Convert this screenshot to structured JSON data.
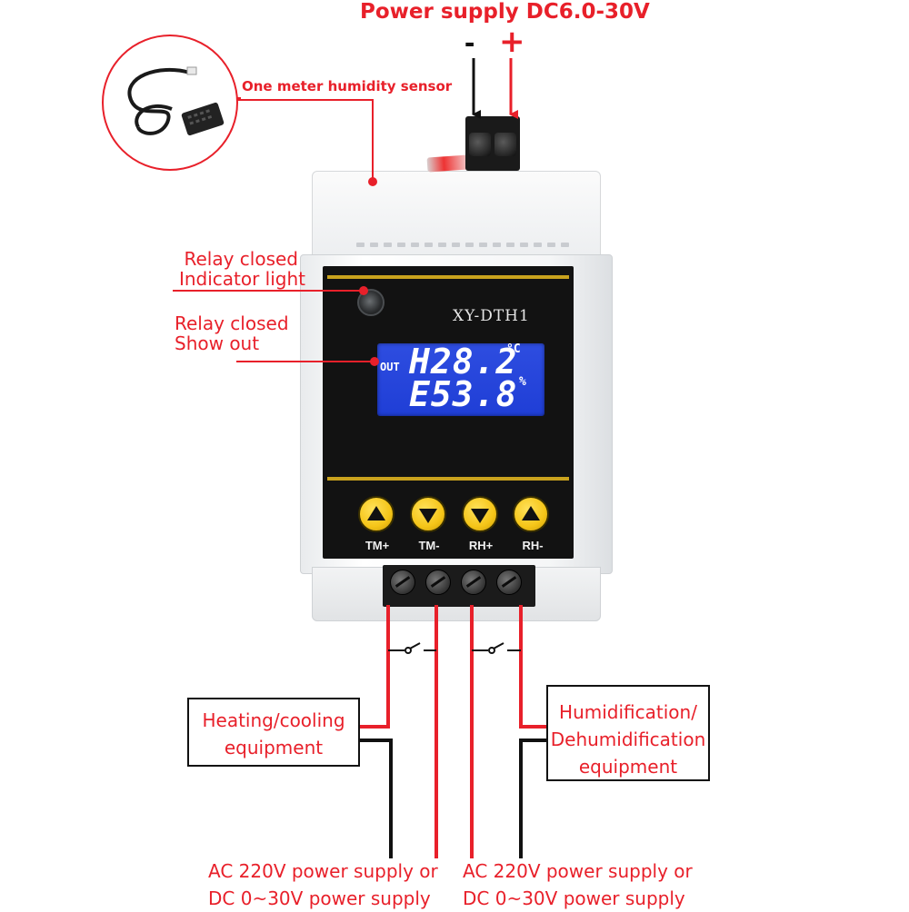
{
  "power": {
    "title": "Power supply DC6.0-30V",
    "minus": "-",
    "plus": "+"
  },
  "sensor": {
    "label": "One meter humidity sensor"
  },
  "callouts": {
    "indicator_line1": "Relay closed",
    "indicator_line2": "Indicator light",
    "show_line1": "Relay closed",
    "show_line2": "Show out"
  },
  "device": {
    "model": "XY-DTH1",
    "lcd": {
      "out": "OUT",
      "line1": "H28.2",
      "unit1": "°C",
      "line2": "E53.8",
      "unit2": "%"
    },
    "buttons": [
      {
        "label": "TM+",
        "icon": "triangle-up-icon"
      },
      {
        "label": "TM-",
        "icon": "triangle-down-icon"
      },
      {
        "label": "RH+",
        "icon": "triangle-down-icon"
      },
      {
        "label": "RH-",
        "icon": "triangle-up-icon"
      }
    ]
  },
  "equipment": {
    "heat_line1": "Heating/cooling",
    "heat_line2": "equipment",
    "humid_line1": "Humidification/",
    "humid_line2": "Dehumidification",
    "humid_line3": "equipment"
  },
  "supply": {
    "left_line1": "AC 220V power supply or",
    "left_line2": "DC 0~30V power supply",
    "right_line1": "AC 220V power supply or",
    "right_line2": "DC 0~30V power supply"
  },
  "colors": {
    "accent_red": "#e8202a",
    "lcd_blue": "#2443db",
    "button_yellow": "#f5c518",
    "panel_black": "#121212",
    "gold": "#c9a21d"
  }
}
